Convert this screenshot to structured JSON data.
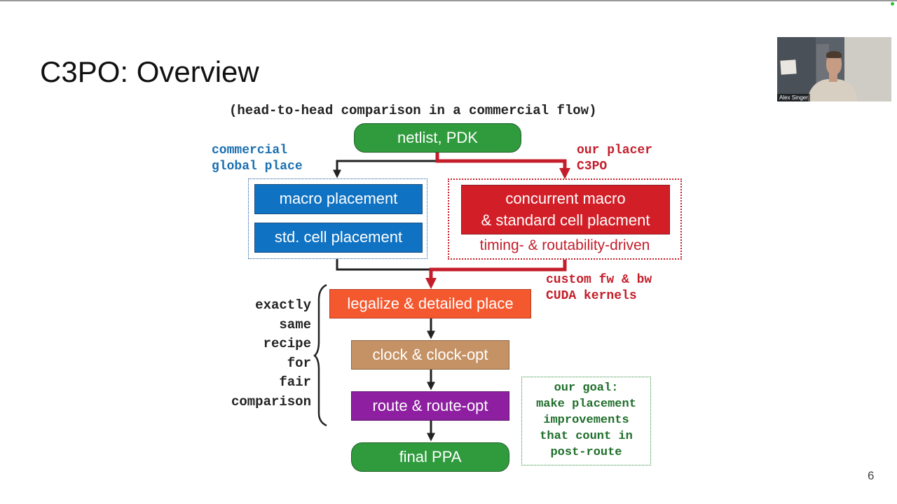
{
  "slide": {
    "title": "C3PO: Overview",
    "page_number": "6"
  },
  "video": {
    "participant_name": "Alex Singer"
  },
  "diagram": {
    "subtitle": "(head-to-head comparison in a commercial flow)",
    "netlist_label": "netlist, PDK",
    "commercial_label": [
      "commercial",
      "global place"
    ],
    "placer_label": [
      "our placer",
      "C3PO"
    ],
    "macro_placement": "macro placement",
    "std_cell_placement": "std. cell placement",
    "concurrent": [
      "concurrent macro",
      "& standard cell placment"
    ],
    "timing_note": "timing- & routability-driven",
    "cuda_note": [
      "custom fw & bw",
      "CUDA kernels"
    ],
    "legalize": "legalize & detailed place",
    "clock": "clock & clock-opt",
    "route": "route & route-opt",
    "final": "final PPA",
    "recipe_note": [
      "exactly",
      "same",
      "recipe",
      "for",
      "fair",
      "comparison"
    ],
    "goal": [
      "our goal:",
      "make placement",
      "improvements",
      "that count in",
      "post-route"
    ]
  },
  "colors": {
    "blue": "#0f72c2",
    "red": "#d21e27",
    "orange": "#f4582f",
    "tan": "#c59265",
    "purple": "#8d1fa0",
    "green": "#2f9b3d"
  }
}
